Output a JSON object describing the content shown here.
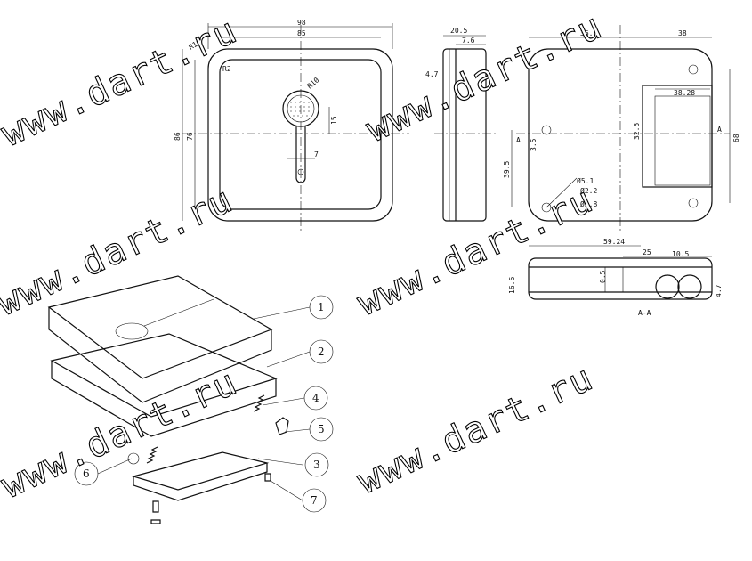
{
  "front_view": {
    "dims": {
      "width": "98",
      "top_inner": "85",
      "radius_corner": "R10",
      "radius_small": "R2",
      "radius_grille": "R10",
      "height_outer": "86",
      "height_inner": "76",
      "slot_height": "15",
      "slot_width": "7"
    }
  },
  "side_view": {
    "dims": {
      "depth": "20.5",
      "lid": "7.6",
      "step": "4.7"
    }
  },
  "back_view": {
    "dims": {
      "half_width": "36.7",
      "right_part": "38",
      "compartment": "38.28",
      "v_small": "3.5",
      "v_compartment": "32.5",
      "v_hole": "39.5",
      "height": "68",
      "section_mark": "A",
      "d1": "Ø5.1",
      "d2": "Ø2.2",
      "d3": "Ø2.8"
    }
  },
  "section_view": {
    "dims": {
      "a": "59.24",
      "b": "25",
      "c": "10.5",
      "h": "16.6",
      "t": "0.5",
      "r": "4.7"
    },
    "label": "A-A"
  },
  "exploded_view": {
    "callouts": [
      "1",
      "2",
      "3",
      "4",
      "5",
      "6",
      "7"
    ]
  },
  "watermark": "www.dart.ru"
}
